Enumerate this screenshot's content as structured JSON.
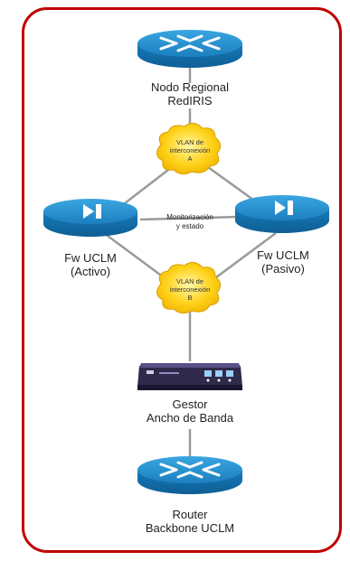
{
  "nodes": {
    "top_router": {
      "line1": "Nodo Regional",
      "line2": "RedIRIS"
    },
    "fw_active": {
      "line1": "Fw UCLM",
      "line2": "(Activo)"
    },
    "fw_passive": {
      "line1": "Fw UCLM",
      "line2": "(Pasivo)"
    },
    "bw_manager": {
      "line1": "Gestor",
      "line2": "Ancho de Banda"
    },
    "bottom_router": {
      "line1": "Router",
      "line2": "Backbone UCLM"
    }
  },
  "clouds": {
    "a": {
      "line1": "VLAN de",
      "line2": "interconexión",
      "line3": "A"
    },
    "b": {
      "line1": "VLAN de",
      "line2": "interconexión",
      "line3": "B"
    }
  },
  "link_label": {
    "line1": "Monitorización",
    "line2": "y estado"
  },
  "colors": {
    "frame": "#c00000",
    "device_blue": "#1a86c8",
    "cloud_yellow": "#ffcc00",
    "link_gray": "#9a9a9a"
  },
  "icons": [
    "router-icon",
    "firewall-icon",
    "cloud-icon",
    "appliance-icon"
  ]
}
